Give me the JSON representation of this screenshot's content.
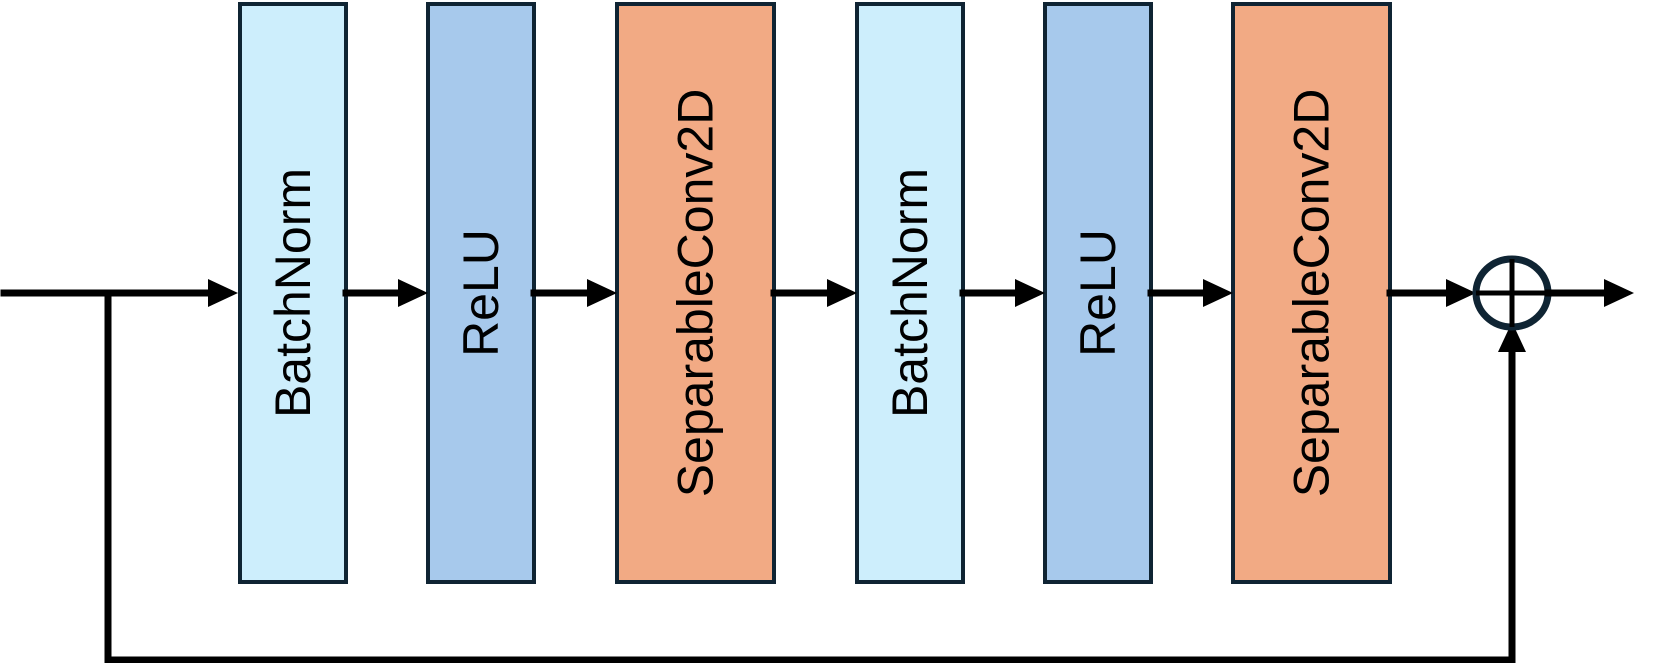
{
  "blocks": [
    {
      "id": "batchnorm-1",
      "label": "BatchNorm",
      "color": "#cdeefc"
    },
    {
      "id": "relu-1",
      "label": "ReLU",
      "color": "#a7c9ec"
    },
    {
      "id": "separableconv2d-1",
      "label": "SeparableConv2D",
      "color": "#f2aa84"
    },
    {
      "id": "batchnorm-2",
      "label": "BatchNorm",
      "color": "#cdeefc"
    },
    {
      "id": "relu-2",
      "label": "ReLU",
      "color": "#a7c9ec"
    },
    {
      "id": "separableconv2d-2",
      "label": "SeparableConv2D",
      "color": "#f2aa84"
    }
  ],
  "colors": {
    "outline": "#0f2433",
    "wire": "#000000",
    "background": "#ffffff"
  },
  "icons": {
    "sum_node": "circle-plus-icon",
    "arrow": "arrow-right-icon"
  }
}
